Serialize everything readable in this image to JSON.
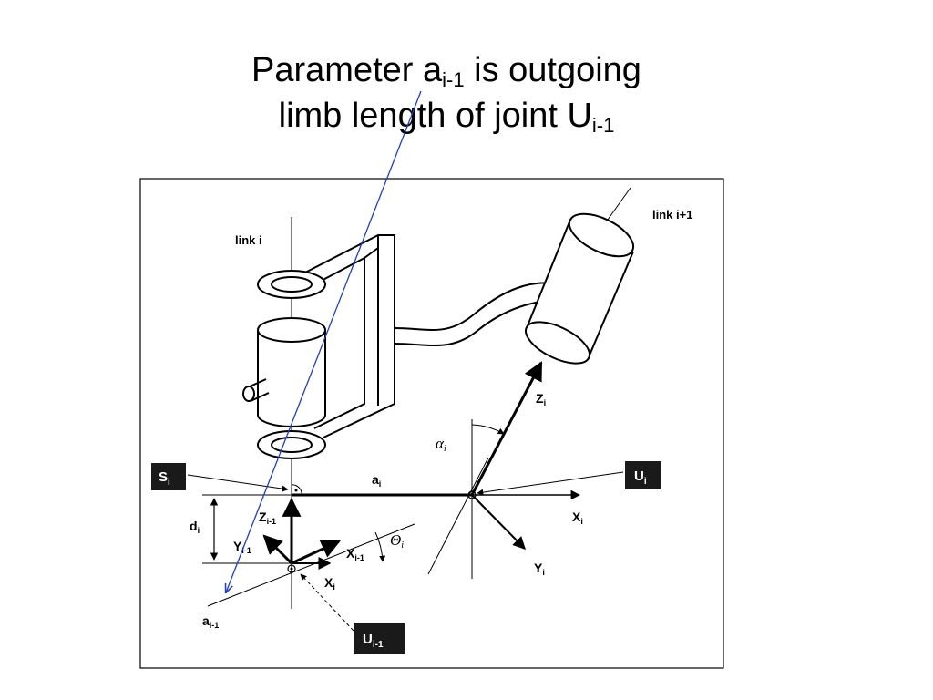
{
  "title": {
    "line1_prefix": "Parameter a",
    "line1_sub": "i-1",
    "line1_suffix": " is outgoing",
    "line2_prefix": "limb length of joint U",
    "line2_sub": "i-1"
  },
  "diagram": {
    "link_i": "link i",
    "link_i1": "link i+1",
    "s_box": {
      "main": "S",
      "sub": "i"
    },
    "u_box": {
      "main": "U",
      "sub": "i"
    },
    "u_prev_box": {
      "main": "U",
      "sub": "i-1"
    },
    "a_i": {
      "main": "a",
      "sub": "i"
    },
    "a_prev": {
      "main": "a",
      "sub": "i-1"
    },
    "d_i": {
      "main": "d",
      "sub": "i"
    },
    "z_i": {
      "main": "Z",
      "sub": "i"
    },
    "z_prev": {
      "main": "Z",
      "sub": "i-1"
    },
    "x_i_right": {
      "main": "X",
      "sub": "i"
    },
    "x_i_low": {
      "main": "X",
      "sub": "i"
    },
    "x_prev": {
      "main": "X",
      "sub": "i-1"
    },
    "y_i": {
      "main": "Y",
      "sub": "i"
    },
    "y_prev": {
      "main": "Y",
      "sub": "i-1"
    },
    "alpha": {
      "main": "α",
      "sub": "i"
    },
    "theta": {
      "main": "Θ",
      "sub": "i"
    }
  }
}
